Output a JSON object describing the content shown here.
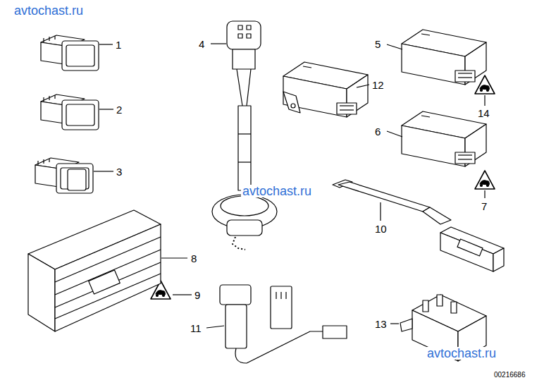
{
  "diagram": {
    "labels": [
      "avtochast.ru",
      "1",
      "4",
      "5",
      "12",
      "2",
      "14",
      "6",
      "3",
      "7",
      "avtochast.ru",
      "10",
      "8",
      "9",
      "11",
      "13",
      "avtochast.ru",
      "00216686"
    ]
  }
}
